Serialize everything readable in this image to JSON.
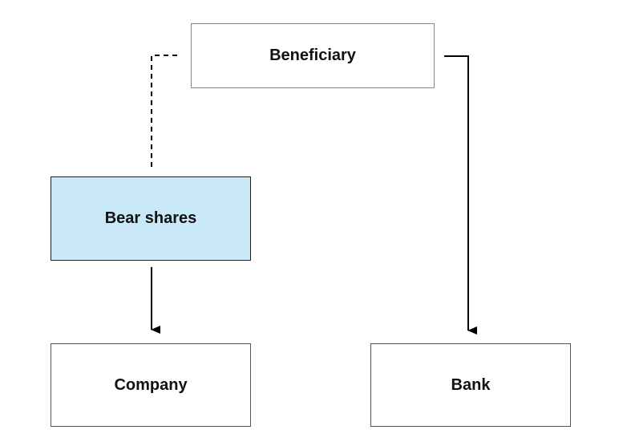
{
  "diagram": {
    "nodes": {
      "beneficiary": {
        "label": "Beneficiary"
      },
      "bear_shares": {
        "label": "Bear shares",
        "fill": "#c9e8f8"
      },
      "company": {
        "label": "Company"
      },
      "bank": {
        "label": "Bank"
      }
    },
    "edges": [
      {
        "from": "bear_shares",
        "to": "beneficiary",
        "style": "dashed",
        "arrow": false
      },
      {
        "from": "beneficiary",
        "to": "bank",
        "style": "solid",
        "arrow": true
      },
      {
        "from": "bear_shares",
        "to": "company",
        "style": "solid",
        "arrow": true
      }
    ]
  }
}
